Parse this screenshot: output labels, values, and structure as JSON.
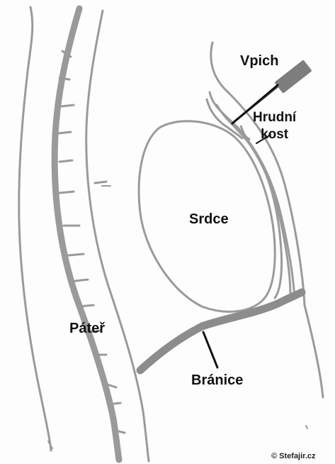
{
  "labels": {
    "injection": "Vpich",
    "sternum": "Hrudní\nkost",
    "heart": "Srdce",
    "spine": "Páteř",
    "diaphragm": "Bránice"
  },
  "copyright": "© Stefajir.cz",
  "colors": {
    "stroke": "#9a9a9a",
    "thick_stroke": "#8c8c8c",
    "needle": "#7d7d7d",
    "pointer": "#111111"
  }
}
